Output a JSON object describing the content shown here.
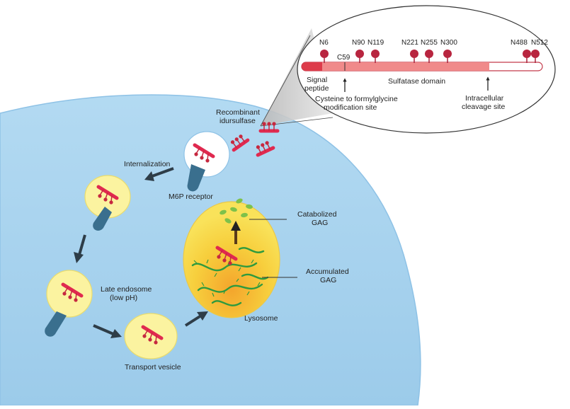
{
  "colors": {
    "cell": "#a9d3ee",
    "cell_edge": "#8ec2e6",
    "vesicle": "#fbf3a0",
    "vesicle_edge": "#e9dc6e",
    "enzyme": "#e0294f",
    "sugar": "#c6283f",
    "receptor": "#3a6f8e",
    "gag_green": "#2e9a3e",
    "catabolized_green": "#7ec14a",
    "arrow": "#2e3d48",
    "protein_bar": "#f08a8a",
    "signal_peptide": "#dd3b4a"
  },
  "protein_map": {
    "glycosylation_sites": [
      "N6",
      "N90",
      "N119",
      "N221",
      "N255",
      "N300",
      "N488",
      "N512"
    ],
    "c59": "C59",
    "domain_label": "Sulfatase domain",
    "signal_line1": "Signal",
    "signal_line2": "peptide",
    "cys_line1": "Cysteine to formylglycine",
    "cys_line2": "modification site",
    "cleave_line1": "Intracellular",
    "cleave_line2": "cleavage site"
  },
  "labels": {
    "recombinant_line1": "Recombinant",
    "recombinant_line2": "idursulfase",
    "internalization": "Internalization",
    "m6p_receptor": "M6P receptor",
    "late_endosome_line1": "Late endosome",
    "late_endosome_line2": "(low pH)",
    "transport_vesicle": "Transport vesicle",
    "lysosome": "Lysosome",
    "catabolized_line1": "Catabolized",
    "catabolized_line2": "GAG",
    "accumulated_line1": "Accumulated",
    "accumulated_line2": "GAG"
  }
}
